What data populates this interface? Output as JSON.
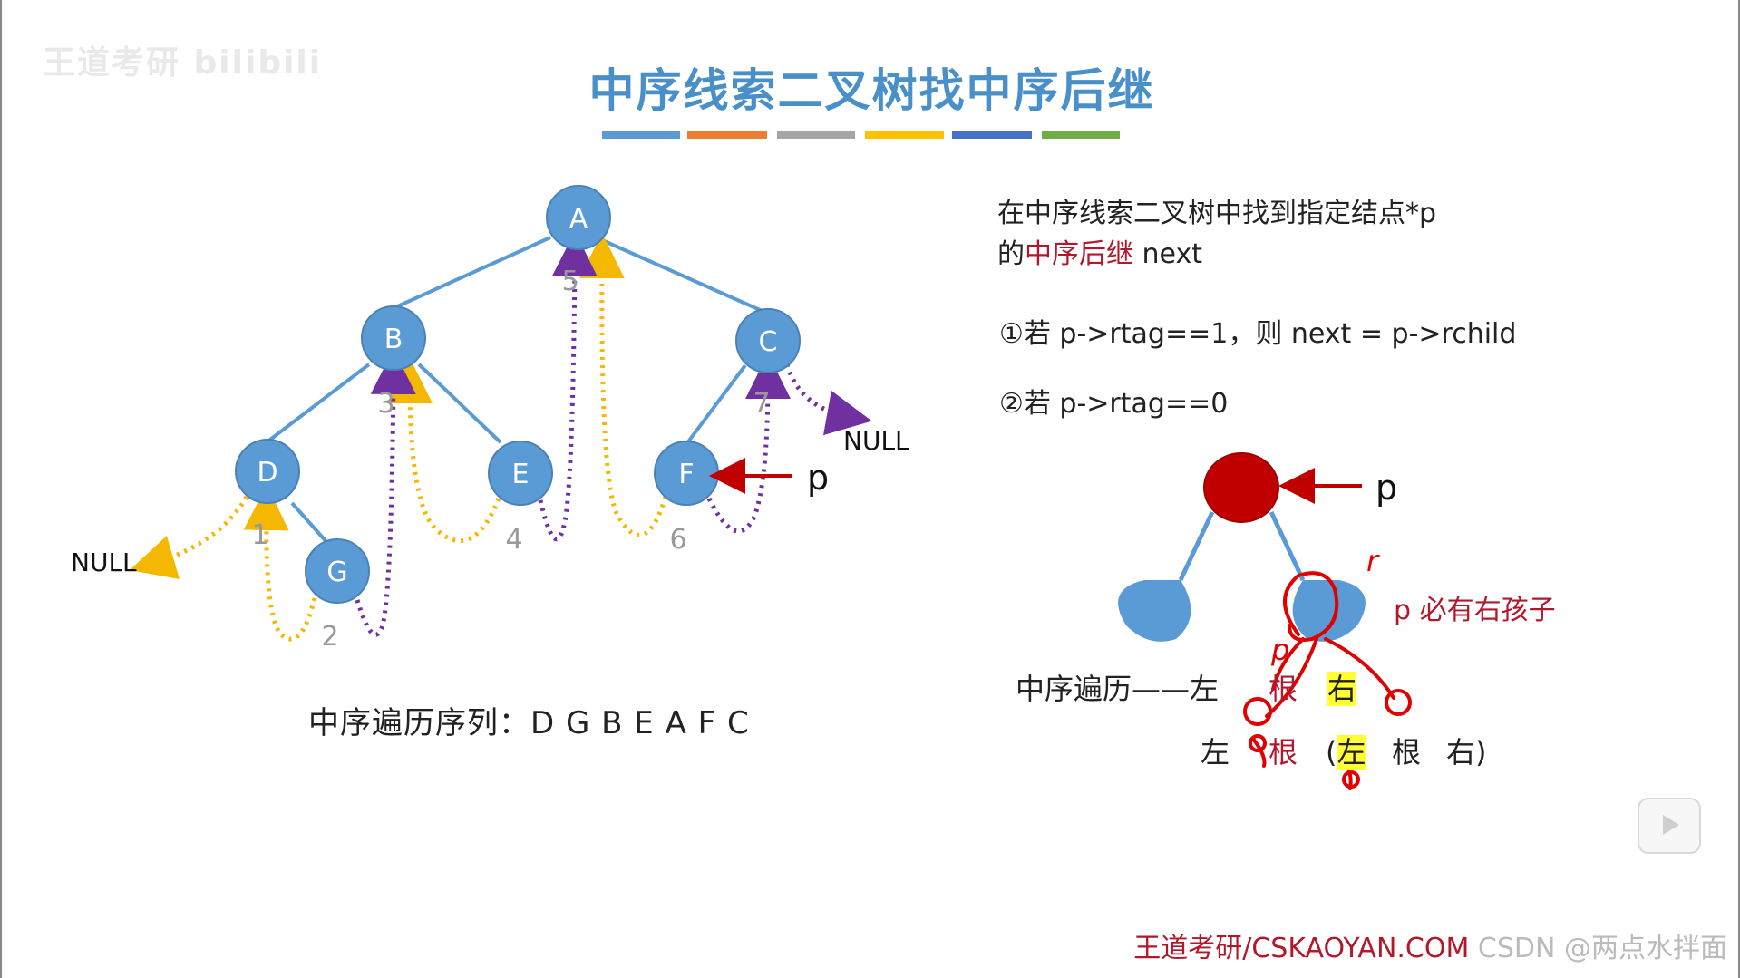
{
  "watermark": "王道考研 bilibili",
  "title": "中序线索二叉树找中序后继",
  "colors": {
    "node": "#5b9bd5",
    "node_stroke": "#4a82b8",
    "p_node": "#c00000",
    "yellow_thread": "#f5b800",
    "purple_thread": "#7030a0",
    "red": "#b2182b",
    "highlight": "#ffff33"
  },
  "color_strip": [
    "#5b9bd5",
    "#ed7d31",
    "#a5a5a5",
    "#ffc000",
    "#4472c4",
    "#70ad47"
  ],
  "tree": {
    "nodes": [
      "A",
      "B",
      "C",
      "D",
      "E",
      "F",
      "G"
    ],
    "edges": [
      [
        "A",
        "B"
      ],
      [
        "A",
        "C"
      ],
      [
        "B",
        "D"
      ],
      [
        "B",
        "E"
      ],
      [
        "C",
        "F"
      ],
      [
        "D",
        "G"
      ]
    ],
    "step_labels": [
      "1",
      "2",
      "3",
      "4",
      "5",
      "6",
      "7"
    ],
    "null_left": "NULL",
    "null_right": "NULL",
    "pointer_label": "p"
  },
  "inorder_label": "中序遍历序列：",
  "inorder_sequence": "D G B E A F C",
  "explain": {
    "line1": "在中序线索二叉树中找到指定结点*p",
    "line2_prefix": "的",
    "line2_red": "中序后继",
    "line2_suffix": " next",
    "rule1": "①若 p->rtag==1，则 next = p->rchild",
    "rule2": "②若 p->rtag==0"
  },
  "right_diagram": {
    "pointer_label": "p",
    "has_right_child": "p 必有右孩子",
    "inorder_prefix": "中序遍历——左",
    "row1": {
      "root": "根",
      "right": "右"
    },
    "row2": {
      "left": "左",
      "root": "根",
      "paren": "(",
      "left2": "左",
      "root2": "根",
      "right2": "右)"
    },
    "scribble_p": "p",
    "scribble_t": "r"
  },
  "footer": {
    "brand": "王道考研/CSKAOYAN.COM",
    "overlay": "CSDN @两点水拌面"
  }
}
